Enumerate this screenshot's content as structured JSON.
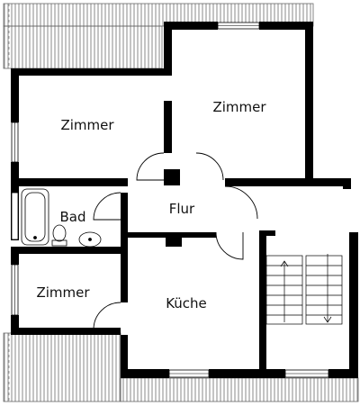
{
  "rooms": {
    "zimmer_left_top": "Zimmer",
    "zimmer_right_top": "Zimmer",
    "flur": "Flur",
    "bad": "Bad",
    "zimmer_left_bottom": "Zimmer",
    "kueche": "Küche"
  },
  "colors": {
    "wall": "#000000",
    "roof_hatch": "#555555",
    "window": "#ffffff",
    "background": "#ffffff"
  }
}
